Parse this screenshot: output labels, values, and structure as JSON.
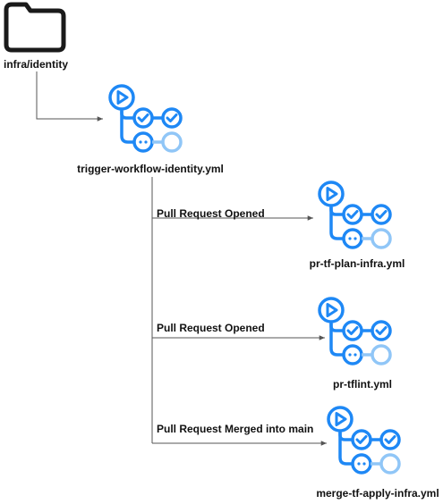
{
  "source": {
    "label": "infra/identity",
    "icon": "folder-icon"
  },
  "trigger_workflow": {
    "label": "trigger-workflow-identity.yml",
    "icon": "github-actions-workflow-icon"
  },
  "targets": [
    {
      "edge_label": "Pull Request Opened",
      "workflow": "pr-tf-plan-infra.yml",
      "icon": "github-actions-workflow-icon"
    },
    {
      "edge_label": "Pull Request Opened",
      "workflow": "pr-tflint.yml",
      "icon": "github-actions-workflow-icon"
    },
    {
      "edge_label": "Pull Request Merged into main",
      "workflow": "merge-tf-apply-infra.yml",
      "icon": "github-actions-workflow-icon"
    }
  ],
  "colors": {
    "workflow_blue": "#1E88F5",
    "workflow_pending": "#90C6F7",
    "line": "#555555",
    "folder_stroke": "#1a1a1a"
  }
}
